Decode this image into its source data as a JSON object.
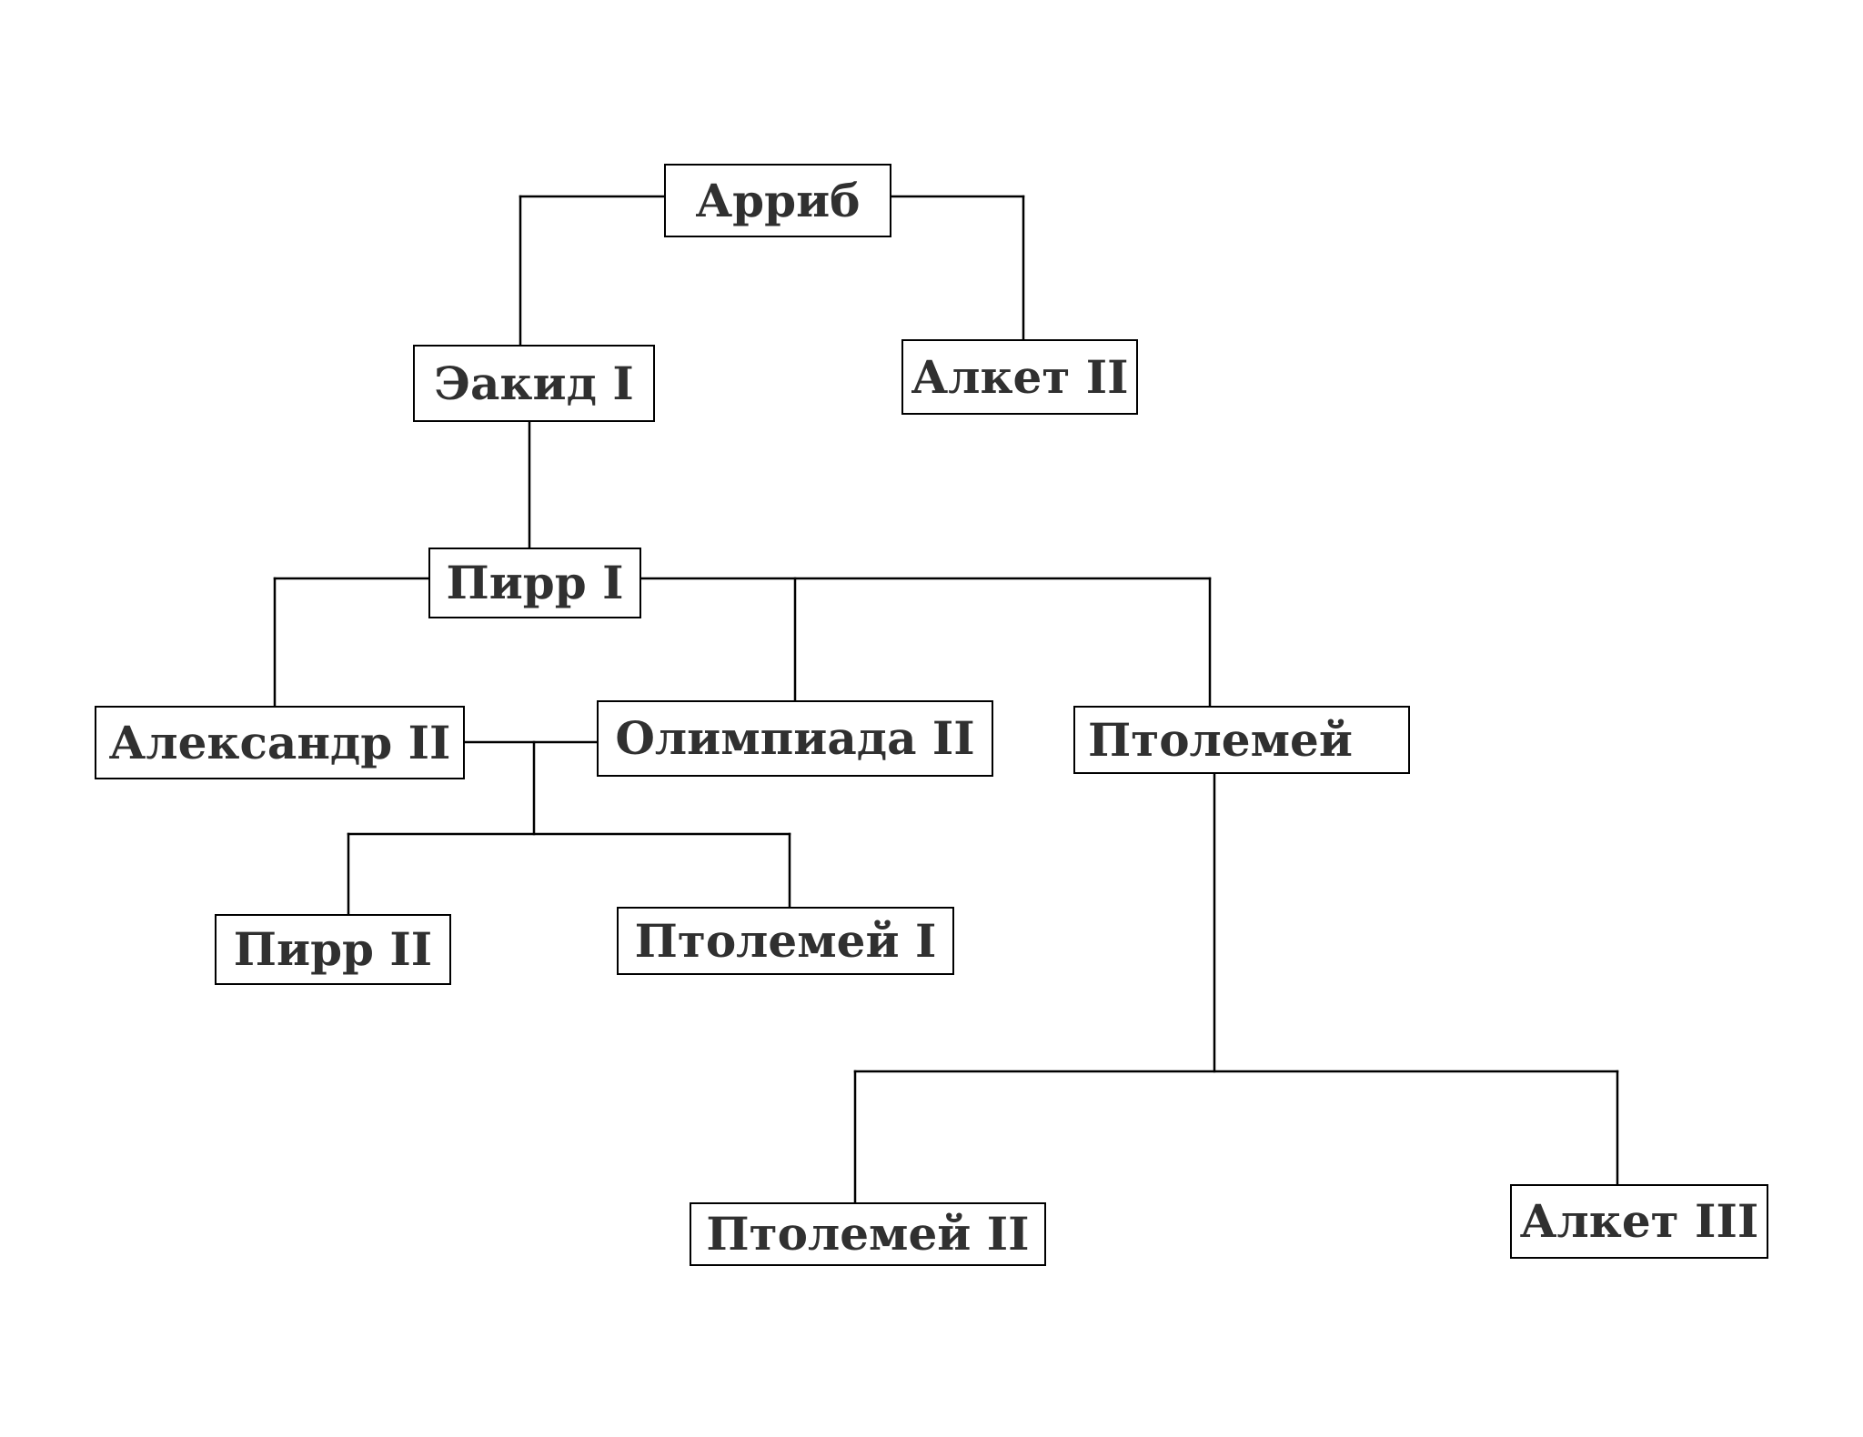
{
  "diagram": {
    "type": "family-tree",
    "line_color": "#000000",
    "box_border_color": "#000000",
    "text_color": "#303030",
    "nodes": [
      {
        "id": "arrib",
        "label": "Арриб"
      },
      {
        "id": "aeacides-i",
        "label": "Эакид I"
      },
      {
        "id": "alcetas-ii",
        "label": "Алкет II"
      },
      {
        "id": "pyrrhus-i",
        "label": "Пирр I"
      },
      {
        "id": "alexander-ii",
        "label": "Александр II"
      },
      {
        "id": "olympias-ii",
        "label": "Олимпиада II"
      },
      {
        "id": "ptolemy",
        "label": "Птолемей"
      },
      {
        "id": "pyrrhus-ii",
        "label": "Пирр II"
      },
      {
        "id": "ptolemy-i",
        "label": "Птолемей I"
      },
      {
        "id": "ptolemy-ii",
        "label": "Птолемей II"
      },
      {
        "id": "alcetas-iii",
        "label": "Алкет III"
      }
    ],
    "edges": [
      {
        "from": "arrib",
        "to": "aeacides-i"
      },
      {
        "from": "arrib",
        "to": "alcetas-ii"
      },
      {
        "from": "aeacides-i",
        "to": "pyrrhus-i"
      },
      {
        "from": "pyrrhus-i",
        "to": "alexander-ii"
      },
      {
        "from": "pyrrhus-i",
        "to": "olympias-ii"
      },
      {
        "from": "pyrrhus-i",
        "to": "ptolemy"
      },
      {
        "from": "alexander-ii",
        "to": "olympias-ii"
      },
      {
        "from": "alexander-ii",
        "to": "pyrrhus-ii"
      },
      {
        "from": "alexander-ii",
        "to": "ptolemy-i"
      },
      {
        "from": "ptolemy",
        "to": "ptolemy-ii"
      },
      {
        "from": "ptolemy",
        "to": "alcetas-iii"
      }
    ]
  }
}
